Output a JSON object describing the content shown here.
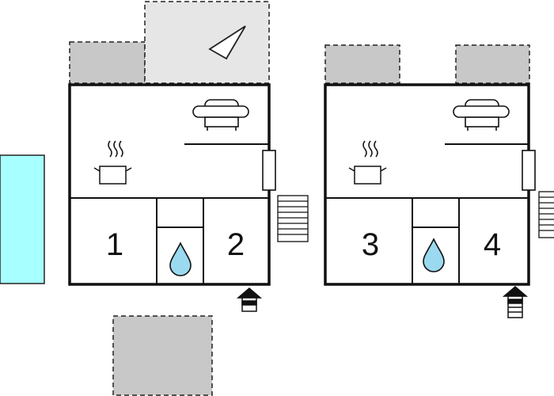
{
  "floorplan": {
    "units": [
      {
        "rooms": [
          {
            "label": "1"
          },
          {
            "label": "2"
          }
        ]
      },
      {
        "rooms": [
          {
            "label": "3"
          },
          {
            "label": "4"
          }
        ]
      }
    ],
    "colors": {
      "wall": "#111111",
      "terrace": "#c8c8c8",
      "terrace_light": "#e6e6e6",
      "pool": "#a8ffff",
      "water_drop": "#9ad9f0",
      "background": "#ffffff"
    },
    "icons": {
      "sofa": "sofa-icon",
      "kitchen": "cooking-pot-icon",
      "bathroom": "water-drop-icon",
      "entrance": "entrance-arrow-icon",
      "stairs": "stairs-icon",
      "view": "view-direction-icon",
      "door": "door-icon"
    }
  }
}
